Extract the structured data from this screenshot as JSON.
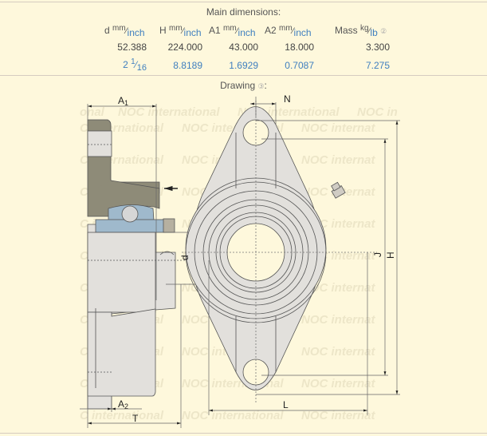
{
  "main_dimensions": {
    "title": "Main dimensions:",
    "columns": [
      {
        "label": "d",
        "unit_top": "mm",
        "unit_bottom": "inch",
        "mm": "52.388",
        "inch_whole": "2",
        "inch_num": "1",
        "inch_den": "16"
      },
      {
        "label": "H",
        "unit_top": "mm",
        "unit_bottom": "inch",
        "mm": "224.000",
        "inch": "8.8189"
      },
      {
        "label": "A1",
        "unit_top": "mm",
        "unit_bottom": "inch",
        "mm": "43.000",
        "inch": "1.6929"
      },
      {
        "label": "A2",
        "unit_top": "mm",
        "unit_bottom": "inch",
        "mm": "18.000",
        "inch": "0.7087"
      },
      {
        "label": "Mass",
        "unit_top": "kg",
        "unit_bottom": "lb",
        "mm": "3.300",
        "inch": "7.275",
        "help": "②"
      }
    ]
  },
  "drawing": {
    "title": "Drawing",
    "help": "③",
    "suffix": ":",
    "watermark": "NOC international",
    "labels": {
      "A1": "A1",
      "A2": "A2",
      "T": "T",
      "d": "d",
      "N": "N",
      "L": "L",
      "J": "J",
      "H": "H"
    },
    "colors": {
      "housing": "#e2e0dc",
      "section": "#8e8b78",
      "insert": "#9fb9cc",
      "line": "#555555",
      "accent": "#3f7fbf"
    }
  }
}
